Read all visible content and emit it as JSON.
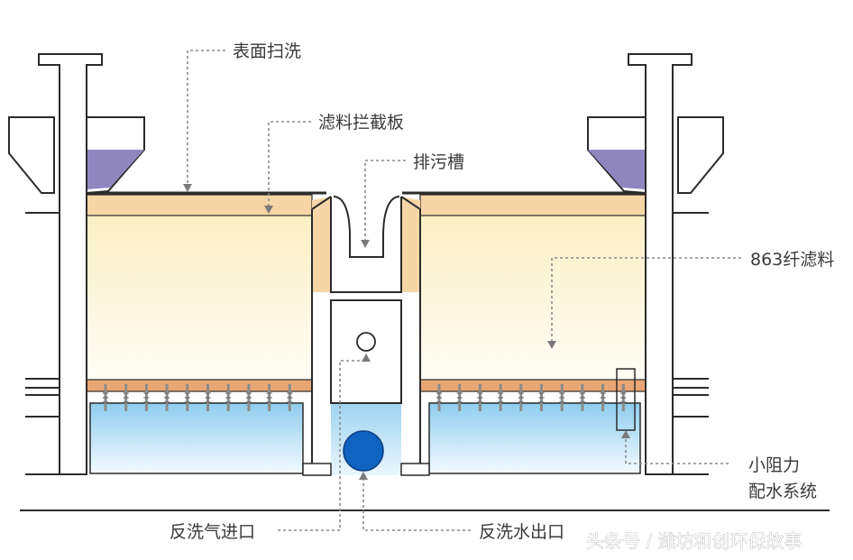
{
  "labels": {
    "surface_wash": "表面扫洗",
    "retention_plate": "滤料拦截板",
    "sewage_trough": "排污槽",
    "fiber_media": "863纤滤料",
    "distribution_line1": "小阻力",
    "distribution_line2": "配水系统",
    "air_inlet": "反洗气进口",
    "water_outlet": "反洗水出口"
  },
  "watermark": "头条号 / 潍坊和创环保故事",
  "colors": {
    "structure": "#2b2b2b",
    "media_top": "#f6d6a6",
    "media_body": "#fdf8df",
    "support_layer": "#e9a675",
    "water": "#9dd3ef",
    "channel_fill": "#f6d6a6",
    "funnel_liquid": "#8f86c0",
    "outlet_circle": "#1063c0",
    "leader_line": "#8a8a8a"
  }
}
